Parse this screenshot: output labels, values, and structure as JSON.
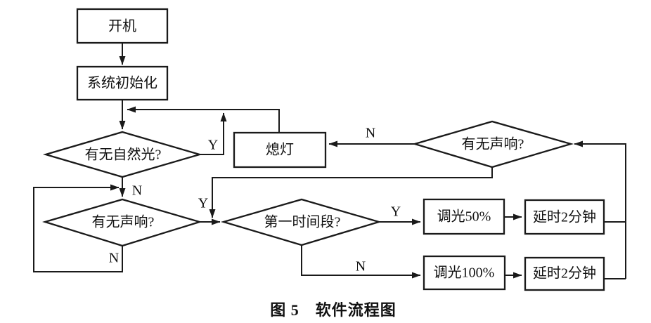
{
  "figure": {
    "caption": "图 5　软件流程图",
    "line_color": "#1a1a1a",
    "background": "#ffffff"
  },
  "nodes": {
    "power_on": "开机",
    "system_init": "系统初始化",
    "natural_light": "有无自然光?",
    "lights_off": "熄灯",
    "sound_check_right": "有无声响?",
    "sound_check_left": "有无声响?",
    "first_period": "第一时间段?",
    "dim_50": "调光50%",
    "delay_2min_top": "延时2分钟",
    "dim_100": "调光100%",
    "delay_2min_bottom": "延时2分钟"
  },
  "branches": {
    "natural_light_yes": "Y",
    "natural_light_no": "N",
    "sound_right_no": "N",
    "sound_right_yes": "Y",
    "sound_left_no": "N",
    "first_period_yes": "Y",
    "first_period_no": "N"
  },
  "edges": [
    {
      "from": "power_on",
      "to": "system_init",
      "label": ""
    },
    {
      "from": "system_init",
      "to": "natural_light",
      "label": ""
    },
    {
      "from": "lights_off",
      "to": "natural_light",
      "label": ""
    },
    {
      "from": "natural_light",
      "to": "natural_light",
      "label": "Y"
    },
    {
      "from": "natural_light",
      "to": "sound_check_left",
      "label": "N"
    },
    {
      "from": "sound_check_left",
      "to": "sound_check_left",
      "label": "N"
    },
    {
      "from": "sound_check_left",
      "to": "first_period",
      "label": ""
    },
    {
      "from": "sound_check_right",
      "to": "lights_off",
      "label": "N"
    },
    {
      "from": "sound_check_right",
      "to": "first_period",
      "label": "Y"
    },
    {
      "from": "first_period",
      "to": "dim_50",
      "label": "Y"
    },
    {
      "from": "first_period",
      "to": "dim_100",
      "label": "N"
    },
    {
      "from": "dim_50",
      "to": "delay_2min_top",
      "label": ""
    },
    {
      "from": "dim_100",
      "to": "delay_2min_bottom",
      "label": ""
    },
    {
      "from": "delay_2min_top",
      "to": "sound_check_right",
      "label": ""
    },
    {
      "from": "delay_2min_bottom",
      "to": "sound_check_right",
      "label": ""
    }
  ]
}
